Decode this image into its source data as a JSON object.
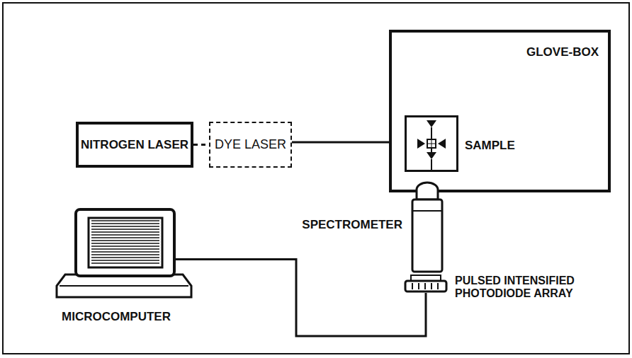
{
  "diagram": {
    "nodes": [
      {
        "text": [
          "GLOVE-BOX"
        ]
      },
      {
        "text": [
          "SAMPLE"
        ],
        "in": 0
      },
      {
        "text": [
          "NITROGEN LASER"
        ]
      },
      {
        "text": [
          "DYE LASER"
        ]
      },
      {
        "text": [
          "SPECTROMETER"
        ]
      },
      {
        "text": [
          "MICROCOMPUTER"
        ]
      },
      {
        "text": [
          "PULSED INTENSIFIED PHOTODIODE ARRAY"
        ]
      }
    ],
    "edges": [
      {
        "from": 2,
        "to": 3,
        "arrow": "none"
      },
      {
        "from": 3,
        "to": 1,
        "arrow": "none"
      },
      {
        "from": 1,
        "to": 4,
        "arrow": "none"
      },
      {
        "from": 6,
        "to": 5,
        "arrow": "none"
      }
    ]
  }
}
